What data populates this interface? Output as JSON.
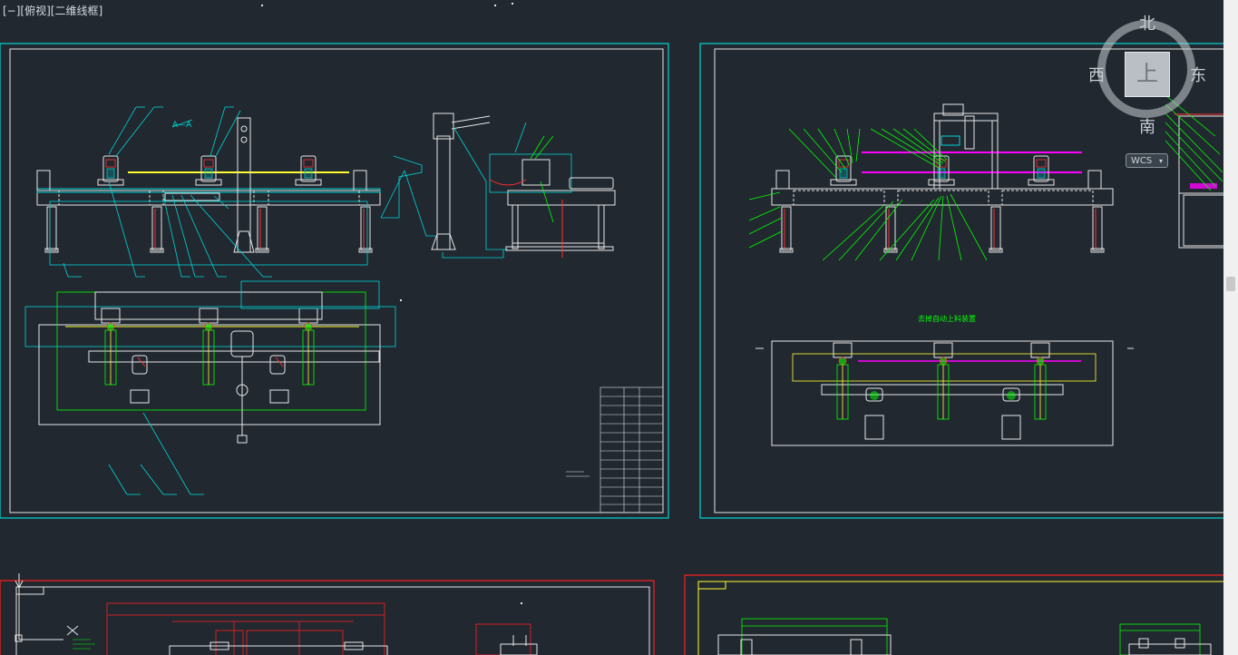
{
  "viewport": {
    "control_prefix": "[−]",
    "view_name": "[俯视]",
    "visual_style": "[二维线框]"
  },
  "viewcube": {
    "north": "北",
    "south": "南",
    "east": "东",
    "west": "西",
    "face": "上",
    "wcs": "WCS",
    "wcs_caret": "▾"
  },
  "drawing": {
    "section_label": "A—A",
    "caption_right": "去掉自动上料装置",
    "colors": {
      "background": "#212830",
      "frame": "#00d5d5",
      "geometry": "#e6e6e6",
      "leader": "#00ff00",
      "highlight": "#ff00ff",
      "dimension": "#ff2020",
      "yellow": "#ffff30"
    }
  }
}
